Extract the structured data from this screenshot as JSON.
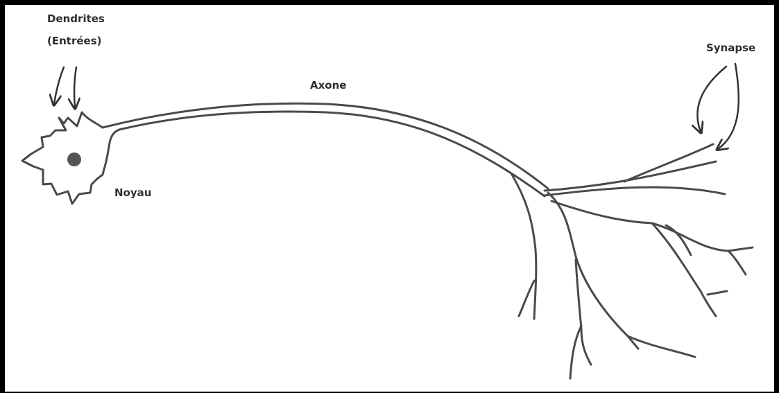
{
  "labels": {
    "dendrites_line1": "Dendrites",
    "dendrites_line2": "(Entrées)",
    "axon": "Axone",
    "nucleus": "Noyau",
    "synapse": "Synapse"
  },
  "colors": {
    "stroke": "#4a4a4a",
    "nucleus_fill": "#555555",
    "label": "#2e2e2e",
    "border": "#000000"
  }
}
